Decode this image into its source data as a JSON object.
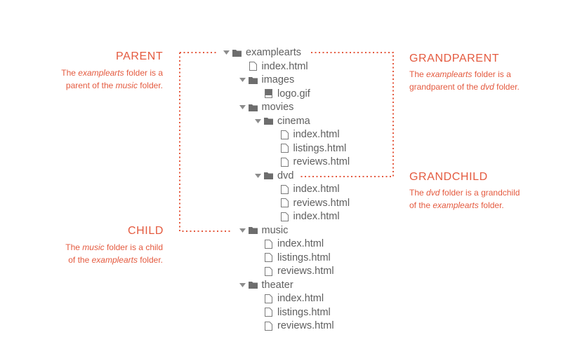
{
  "tree": [
    {
      "label": "examplearts",
      "type": "folder",
      "depth": 0
    },
    {
      "label": "index.html",
      "type": "file",
      "depth": 1
    },
    {
      "label": "images",
      "type": "folder",
      "depth": 1
    },
    {
      "label": "logo.gif",
      "type": "image",
      "depth": 2
    },
    {
      "label": "movies",
      "type": "folder",
      "depth": 1
    },
    {
      "label": "cinema",
      "type": "folder",
      "depth": 2
    },
    {
      "label": "index.html",
      "type": "file",
      "depth": 3
    },
    {
      "label": "listings.html",
      "type": "file",
      "depth": 3
    },
    {
      "label": "reviews.html",
      "type": "file",
      "depth": 3
    },
    {
      "label": "dvd",
      "type": "folder",
      "depth": 2
    },
    {
      "label": "index.html",
      "type": "file",
      "depth": 3
    },
    {
      "label": "reviews.html",
      "type": "file",
      "depth": 3
    },
    {
      "label": "index.html",
      "type": "file",
      "depth": 3
    },
    {
      "label": "music",
      "type": "folder",
      "depth": 1
    },
    {
      "label": "index.html",
      "type": "file",
      "depth": 2
    },
    {
      "label": "listings.html",
      "type": "file",
      "depth": 2
    },
    {
      "label": "reviews.html",
      "type": "file",
      "depth": 2
    },
    {
      "label": "theater",
      "type": "folder",
      "depth": 1
    },
    {
      "label": "index.html",
      "type": "file",
      "depth": 2
    },
    {
      "label": "listings.html",
      "type": "file",
      "depth": 2
    },
    {
      "label": "reviews.html",
      "type": "file",
      "depth": 2
    }
  ],
  "annotations": {
    "parent": {
      "title": "PARENT",
      "desc": [
        {
          "t": "The "
        },
        {
          "t": "examplearts",
          "i": true
        },
        {
          "t": " folder is a"
        },
        {
          "br": true
        },
        {
          "t": "parent of the "
        },
        {
          "t": "music",
          "i": true
        },
        {
          "t": " folder."
        }
      ]
    },
    "child": {
      "title": "CHILD",
      "desc": [
        {
          "t": "The "
        },
        {
          "t": "music",
          "i": true
        },
        {
          "t": " folder is a child"
        },
        {
          "br": true
        },
        {
          "t": "of the "
        },
        {
          "t": "examplearts",
          "i": true
        },
        {
          "t": " folder."
        }
      ]
    },
    "grandparent": {
      "title": "GRANDPARENT",
      "desc": [
        {
          "t": "The "
        },
        {
          "t": "examplearts",
          "i": true
        },
        {
          "t": " folder is a"
        },
        {
          "br": true
        },
        {
          "t": "grandparent of the "
        },
        {
          "t": "dvd",
          "i": true
        },
        {
          "t": " folder."
        }
      ]
    },
    "grandchild": {
      "title": "GRANDCHILD",
      "desc": [
        {
          "t": "The "
        },
        {
          "t": "dvd",
          "i": true
        },
        {
          "t": " folder is a grandchild"
        },
        {
          "br": true
        },
        {
          "t": "of the "
        },
        {
          "t": "examplearts",
          "i": true
        },
        {
          "t": " folder."
        }
      ]
    }
  },
  "colors": {
    "accent": "#e45a3f",
    "tree_text": "#5f5f5f",
    "folder_icon": "#6d6d6d",
    "file_outline": "#7a7a7a",
    "twisty": "#8c8c8c"
  }
}
